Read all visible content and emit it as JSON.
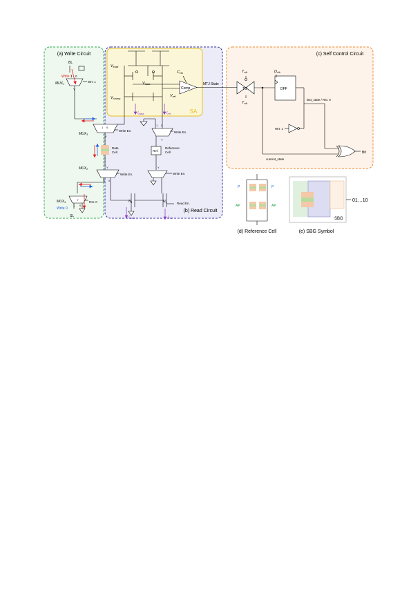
{
  "panels": {
    "write_circuit": "(a) Write Circuit",
    "read_circuit": "(b) Read Circuit",
    "self_control": "(c) Self Control Circuit",
    "reference_cell": "(d) Reference Cell",
    "sbg_symbol": "(e) SBG Symbol",
    "sa": "SA"
  },
  "write": {
    "bl": "BL",
    "sl": "SL",
    "write1": "Write 1",
    "write0": "Write 0",
    "wrt1": "Wrt. 1",
    "rst0": "Rst. 0",
    "mux1_main": "MUX",
    "mux1_sub": "1",
    "mux3_main": "MUX",
    "mux3_sub": "3",
    "mux2_main": "MUX",
    "mux2_sub": "2",
    "mux4_main": "MUX",
    "mux4_sub": "4",
    "one": "1",
    "zero": "0",
    "y": "Y",
    "write_en": "Write En.",
    "data_cell_1": "Data",
    "data_cell_2": "Cell"
  },
  "read": {
    "vload": "V",
    "vload_sub": "load",
    "vdata": "V",
    "vdata_sub": "data",
    "vclamp": "V",
    "vclamp_sub": "clamp",
    "vref": "V",
    "vref_sub": "ref",
    "cclk": "C",
    "cclk_sub": "clk",
    "comp": "Comp",
    "idata": "I",
    "idata_sub": "data",
    "iref": "I",
    "iref_sub": "ref",
    "write_en": "Write En.",
    "ref_box": "Ref.",
    "ref_cell_1": "Reference",
    "ref_cell_2": "Cell",
    "read_en": "Read En.",
    "n1": "N",
    "n1_sub": "1",
    "n2": "N",
    "n2_sub": "2",
    "one": "1",
    "zero": "0",
    "y": "Y"
  },
  "control": {
    "mtj_state": "MTJ State",
    "tg": "TG",
    "tclk": "T",
    "tclk_sub": "clk",
    "tclkb": "T",
    "tclkb_sub": "clk",
    "dclk": "D",
    "dclk_sub": "clk",
    "dff": "DFF",
    "last_state": "last_state / Rst. 0",
    "wrt1": "Wrt. 1",
    "current_state": "current_state",
    "bit": "Bit"
  },
  "refcell": {
    "p_left": "P",
    "p_right": "P",
    "ap_left": "AP",
    "ap_right": "AP"
  },
  "sbg": {
    "label": "SBG",
    "bits": "01…10"
  },
  "colors": {
    "write_border": "#2fa84f",
    "write_fill": "#eef8ee",
    "read_border": "#2f2fa0",
    "read_fill": "#ececf8",
    "sa_border": "#e8c020",
    "sa_fill": "#fbf6d8",
    "control_border": "#f08a2c",
    "control_fill": "#fdf3ea",
    "red": "#e02020",
    "blue": "#2060e0",
    "purple": "#8a3fc0",
    "green_text": "#20a040",
    "mtj_orange": "#f4c8a8",
    "mtj_green": "#b8dca0"
  }
}
